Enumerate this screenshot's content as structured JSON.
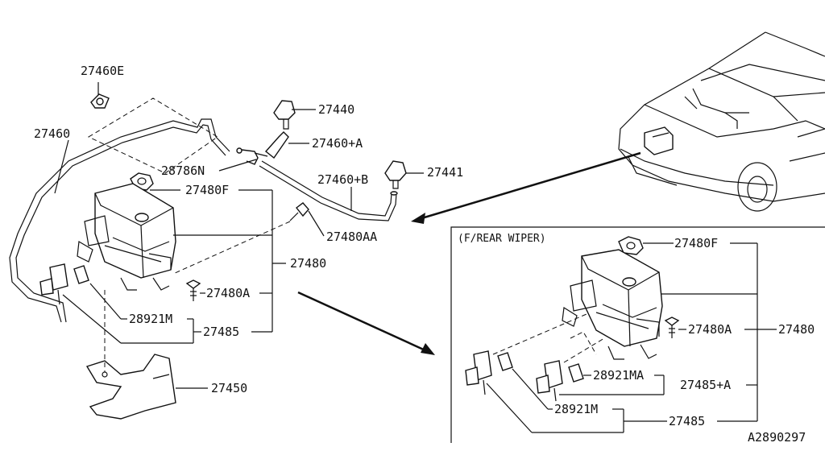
{
  "labels": {
    "p27460E": "27460E",
    "p27460": "27460",
    "p27440": "27440",
    "p27460A": "27460+A",
    "p28786N": "28786N",
    "p27460B": "27460+B",
    "p27441": "27441",
    "p27480F": "27480F",
    "p27480AA": "27480AA",
    "p27480": "27480",
    "p27480A": "27480A",
    "p28921M": "28921M",
    "p27485": "27485",
    "p27450": "27450",
    "inset_title": "(F/REAR WIPER)",
    "i27480F": "27480F",
    "i27480A": "27480A",
    "i27480": "27480",
    "i28921MA": "28921MA",
    "i27485A": "27485+A",
    "i28921M": "28921M",
    "i27485": "27485",
    "diagram_code": "A2890297"
  }
}
